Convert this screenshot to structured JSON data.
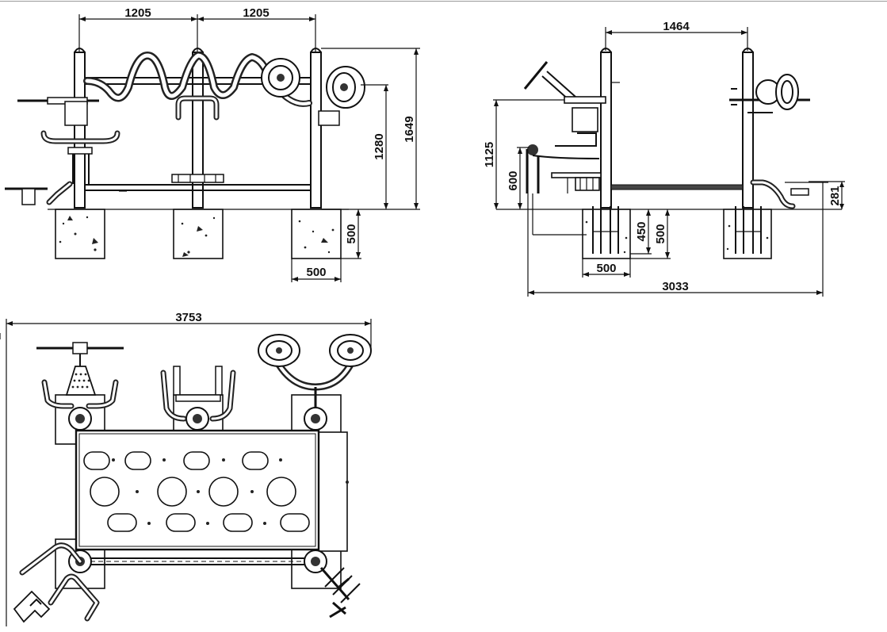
{
  "views": {
    "front": {
      "dim_top_left": "1205",
      "dim_top_right": "1205",
      "dim_height_mid": "1280",
      "dim_height_total": "1649",
      "dim_footing_depth": "500",
      "dim_footing_width": "500"
    },
    "side": {
      "dim_post_spacing": "1464",
      "dim_seat_height": "1125",
      "dim_low_height": "600",
      "dim_footing_inner": "450",
      "dim_footing_depth": "500",
      "dim_footing_width": "500",
      "dim_overall_length": "3033",
      "dim_pedal_height": "281"
    },
    "plan": {
      "dim_overall_width": "3753"
    }
  }
}
